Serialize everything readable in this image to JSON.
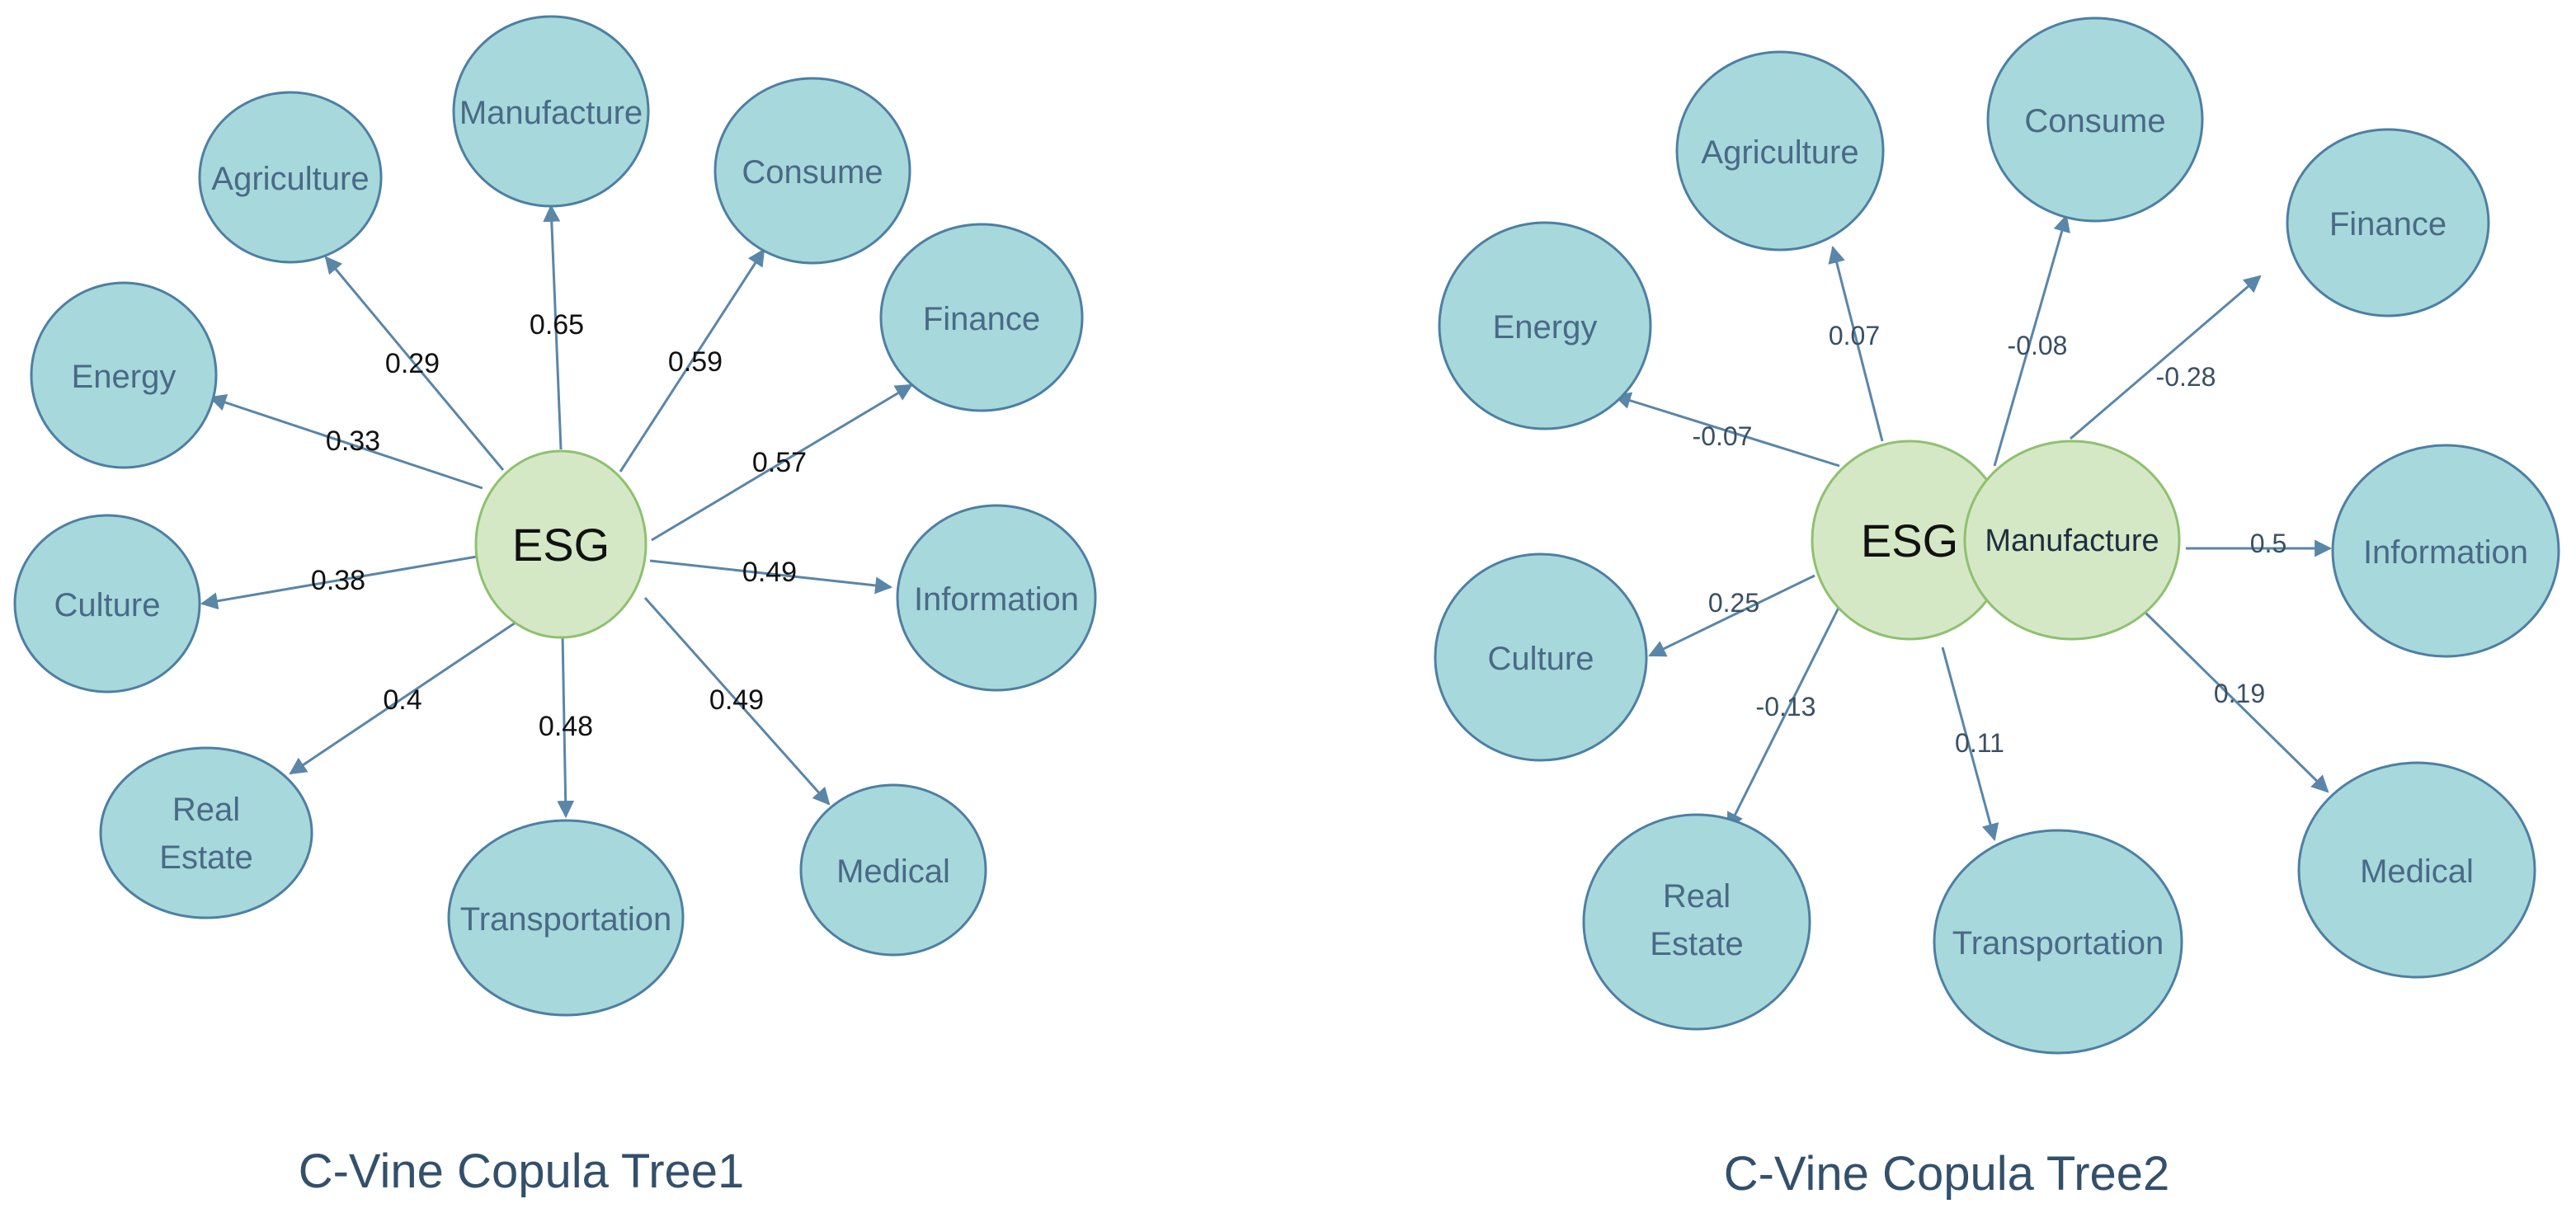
{
  "colors": {
    "leaf_fill": "#a7d8db",
    "leaf_stroke": "#4e7fa3",
    "center_fill": "#d5e8c6",
    "center_stroke": "#8fc070",
    "edge": "#5a86a8",
    "caption": "#33506b"
  },
  "trees": [
    {
      "caption": "C-Vine Copula Tree1",
      "center": "ESG",
      "edges": [
        {
          "target": "Agriculture",
          "lines": [
            "Agriculture"
          ],
          "value": "0.29"
        },
        {
          "target": "Manufacture",
          "lines": [
            "Manufacture"
          ],
          "value": "0.65"
        },
        {
          "target": "Consume",
          "lines": [
            "Consume"
          ],
          "value": "0.59"
        },
        {
          "target": "Finance",
          "lines": [
            "Finance"
          ],
          "value": "0.57"
        },
        {
          "target": "Energy",
          "lines": [
            "Energy"
          ],
          "value": "0.33"
        },
        {
          "target": "Culture",
          "lines": [
            "Culture"
          ],
          "value": "0.38"
        },
        {
          "target": "Information",
          "lines": [
            "Information"
          ],
          "value": "0.49"
        },
        {
          "target": "Real Estate",
          "lines": [
            "Real",
            "Estate"
          ],
          "value": "0.4"
        },
        {
          "target": "Transportation",
          "lines": [
            "Transportation"
          ],
          "value": "0.48"
        },
        {
          "target": "Medical",
          "lines": [
            "Medical"
          ],
          "value": "0.49"
        }
      ]
    },
    {
      "caption": "C-Vine Copula Tree2",
      "center": "ESG",
      "center2": "Manufacture",
      "edges": [
        {
          "target": "Agriculture",
          "lines": [
            "Agriculture"
          ],
          "value": "0.07"
        },
        {
          "target": "Consume",
          "lines": [
            "Consume"
          ],
          "value": "-0.08"
        },
        {
          "target": "Finance",
          "lines": [
            "Finance"
          ],
          "value": "-0.28"
        },
        {
          "target": "Energy",
          "lines": [
            "Energy"
          ],
          "value": "-0.07"
        },
        {
          "target": "Information",
          "lines": [
            "Information"
          ],
          "value": "0.5"
        },
        {
          "target": "Culture",
          "lines": [
            "Culture"
          ],
          "value": "0.25"
        },
        {
          "target": "Real Estate",
          "lines": [
            "Real",
            "Estate"
          ],
          "value": "-0.13"
        },
        {
          "target": "Transportation",
          "lines": [
            "Transportation"
          ],
          "value": "0.11"
        },
        {
          "target": "Medical",
          "lines": [
            "Medical"
          ],
          "value": "0.19"
        }
      ]
    }
  ]
}
